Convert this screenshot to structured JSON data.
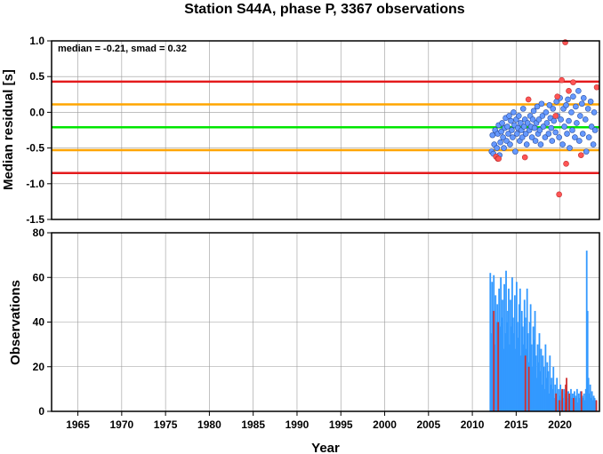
{
  "title": "Station S44A, phase P, 3367 observations",
  "colors": {
    "grid": "#9a9a9a",
    "outer": "#e41a1c",
    "inner": "#ffa500",
    "median": "#00e600",
    "point_in": "#6699ff",
    "point_out": "#ff5555",
    "bar": "#3399ff",
    "bar_outlier": "#d03030"
  },
  "chart_data": [
    {
      "type": "scatter",
      "ylabel": "Median residual [s]",
      "xlim": [
        1962,
        2024.5
      ],
      "ylim": [
        -1.5,
        1.0
      ],
      "yticks": [
        1.0,
        0.5,
        0.0,
        -0.5,
        -1.0,
        -1.5
      ],
      "grid": true,
      "annotation": "median = -0.21, smad = 0.32",
      "hlines": [
        {
          "y": 0.43,
          "role": "outer"
        },
        {
          "y": 0.11,
          "role": "inner"
        },
        {
          "y": -0.21,
          "role": "median"
        },
        {
          "y": -0.53,
          "role": "inner"
        },
        {
          "y": -0.85,
          "role": "outer"
        }
      ],
      "points_inlier": [
        [
          2012.2,
          -0.55
        ],
        [
          2012.3,
          -0.32
        ],
        [
          2012.4,
          -0.58
        ],
        [
          2012.5,
          -0.45
        ],
        [
          2012.6,
          -0.25
        ],
        [
          2012.8,
          -0.5
        ],
        [
          2012.9,
          -0.3
        ],
        [
          2013.0,
          -0.18
        ],
        [
          2013.1,
          -0.6
        ],
        [
          2013.2,
          -0.42
        ],
        [
          2013.3,
          -0.27
        ],
        [
          2013.4,
          -0.15
        ],
        [
          2013.5,
          -0.35
        ],
        [
          2013.6,
          -0.5
        ],
        [
          2013.7,
          -0.22
        ],
        [
          2013.8,
          -0.08
        ],
        [
          2013.9,
          -0.4
        ],
        [
          2014.0,
          -0.2
        ],
        [
          2014.1,
          -0.3
        ],
        [
          2014.2,
          -0.05
        ],
        [
          2014.3,
          -0.45
        ],
        [
          2014.4,
          -0.12
        ],
        [
          2014.5,
          -0.25
        ],
        [
          2014.6,
          -0.35
        ],
        [
          2014.7,
          0.0
        ],
        [
          2014.8,
          -0.18
        ],
        [
          2014.9,
          -0.55
        ],
        [
          2015.0,
          -0.1
        ],
        [
          2015.1,
          -0.3
        ],
        [
          2015.2,
          -0.22
        ],
        [
          2015.3,
          -0.05
        ],
        [
          2015.4,
          -0.4
        ],
        [
          2015.5,
          -0.15
        ],
        [
          2015.6,
          -0.25
        ],
        [
          2015.7,
          -0.35
        ],
        [
          2015.8,
          0.05
        ],
        [
          2015.9,
          -0.2
        ],
        [
          2016.0,
          -0.1
        ],
        [
          2016.1,
          -0.3
        ],
        [
          2016.2,
          -0.45
        ],
        [
          2016.3,
          -0.15
        ],
        [
          2016.5,
          -0.25
        ],
        [
          2016.6,
          -0.05
        ],
        [
          2016.7,
          -0.2
        ],
        [
          2016.8,
          -0.35
        ],
        [
          2016.9,
          -0.1
        ],
        [
          2017.0,
          0.02
        ],
        [
          2017.1,
          -0.22
        ],
        [
          2017.2,
          -0.4
        ],
        [
          2017.3,
          -0.15
        ],
        [
          2017.4,
          0.08
        ],
        [
          2017.5,
          -0.3
        ],
        [
          2017.6,
          -0.1
        ],
        [
          2017.7,
          -0.25
        ],
        [
          2017.8,
          -0.45
        ],
        [
          2017.9,
          0.12
        ],
        [
          2018.0,
          -0.05
        ],
        [
          2018.1,
          -0.2
        ],
        [
          2018.3,
          -0.35
        ],
        [
          2018.4,
          0.0
        ],
        [
          2018.5,
          -0.15
        ],
        [
          2018.7,
          -0.3
        ],
        [
          2018.8,
          0.1
        ],
        [
          2018.9,
          -0.08
        ],
        [
          2019.0,
          -0.22
        ],
        [
          2019.1,
          -0.4
        ],
        [
          2019.2,
          0.05
        ],
        [
          2019.3,
          -0.12
        ],
        [
          2019.5,
          -0.28
        ],
        [
          2019.6,
          0.15
        ],
        [
          2019.7,
          -0.05
        ],
        [
          2019.9,
          -0.35
        ],
        [
          2020.0,
          0.2
        ],
        [
          2020.1,
          -0.1
        ],
        [
          2020.3,
          -0.45
        ],
        [
          2020.4,
          0.05
        ],
        [
          2020.5,
          -0.2
        ],
        [
          2020.7,
          0.1
        ],
        [
          2020.8,
          -0.3
        ],
        [
          2020.9,
          0.18
        ],
        [
          2021.0,
          -0.12
        ],
        [
          2021.1,
          -0.5
        ],
        [
          2021.3,
          0.0
        ],
        [
          2021.4,
          -0.25
        ],
        [
          2021.5,
          0.22
        ],
        [
          2021.7,
          -0.35
        ],
        [
          2021.8,
          0.08
        ],
        [
          2021.9,
          -0.15
        ],
        [
          2022.1,
          0.3
        ],
        [
          2022.2,
          -0.4
        ],
        [
          2022.3,
          -0.05
        ],
        [
          2022.5,
          0.12
        ],
        [
          2022.6,
          -0.3
        ],
        [
          2022.7,
          0.2
        ],
        [
          2022.9,
          -0.1
        ],
        [
          2023.0,
          -0.55
        ],
        [
          2023.2,
          0.05
        ],
        [
          2023.3,
          -0.35
        ],
        [
          2023.5,
          0.15
        ],
        [
          2023.6,
          -0.2
        ],
        [
          2023.8,
          -0.45
        ],
        [
          2023.9,
          0.0
        ],
        [
          2024.0,
          -0.25
        ]
      ],
      "points_outlier": [
        [
          2012.7,
          -0.62
        ],
        [
          2012.9,
          -0.65
        ],
        [
          2013.0,
          -0.65
        ],
        [
          2016.0,
          -0.63
        ],
        [
          2016.4,
          0.18
        ],
        [
          2019.5,
          -0.05
        ],
        [
          2019.7,
          0.22
        ],
        [
          2019.9,
          -1.15
        ],
        [
          2020.2,
          0.45
        ],
        [
          2020.6,
          0.98
        ],
        [
          2020.7,
          -0.72
        ],
        [
          2021.0,
          0.3
        ],
        [
          2021.5,
          0.42
        ],
        [
          2022.4,
          -0.6
        ],
        [
          2024.2,
          0.35
        ]
      ]
    },
    {
      "type": "bar",
      "ylabel": "Observations",
      "xlabel": "Year",
      "xlim": [
        1962,
        2024.5
      ],
      "ylim": [
        0,
        80
      ],
      "xticks": [
        1965,
        1970,
        1975,
        1980,
        1985,
        1990,
        1995,
        2000,
        2005,
        2010,
        2015,
        2020
      ],
      "yticks": [
        80,
        60,
        40,
        20,
        0
      ],
      "grid": true,
      "series": [
        {
          "role": "bar",
          "x": [
            2012.05,
            2012.15,
            2012.25,
            2012.35,
            2012.45,
            2012.55,
            2012.65,
            2012.75,
            2012.85,
            2012.95,
            2013.05,
            2013.15,
            2013.25,
            2013.35,
            2013.45,
            2013.55,
            2013.65,
            2013.75,
            2013.85,
            2013.95,
            2014.05,
            2014.15,
            2014.25,
            2014.35,
            2014.45,
            2014.55,
            2014.65,
            2014.75,
            2014.85,
            2014.95,
            2015.05,
            2015.15,
            2015.25,
            2015.35,
            2015.45,
            2015.55,
            2015.65,
            2015.75,
            2015.85,
            2015.95,
            2016.05,
            2016.15,
            2016.25,
            2016.35,
            2016.45,
            2016.55,
            2016.65,
            2016.75,
            2016.85,
            2016.95,
            2017.05,
            2017.15,
            2017.25,
            2017.35,
            2017.45,
            2017.55,
            2017.65,
            2017.75,
            2017.85,
            2017.95,
            2018.05,
            2018.15,
            2018.25,
            2018.35,
            2018.45,
            2018.55,
            2018.65,
            2018.75,
            2018.85,
            2018.95,
            2019.05,
            2019.15,
            2019.25,
            2019.35,
            2019.45,
            2019.55,
            2019.65,
            2019.75,
            2019.85,
            2019.95,
            2020.05,
            2020.15,
            2020.25,
            2020.35,
            2020.45,
            2020.55,
            2020.65,
            2020.75,
            2020.85,
            2020.95,
            2021.05,
            2021.15,
            2021.25,
            2021.35,
            2021.45,
            2021.55,
            2021.65,
            2021.75,
            2021.85,
            2021.95,
            2022.05,
            2022.15,
            2022.25,
            2022.35,
            2022.45,
            2022.55,
            2022.65,
            2022.75,
            2022.85,
            2022.95,
            2023.05,
            2023.15,
            2023.25,
            2023.35,
            2023.45,
            2023.55,
            2023.65,
            2023.75,
            2023.85,
            2023.95,
            2024.05,
            2024.15
          ],
          "values": [
            62,
            35,
            58,
            45,
            61,
            30,
            52,
            40,
            48,
            25,
            55,
            38,
            60,
            42,
            50,
            28,
            57,
            35,
            63,
            40,
            45,
            55,
            30,
            50,
            38,
            60,
            42,
            35,
            52,
            28,
            58,
            40,
            33,
            48,
            55,
            25,
            45,
            38,
            30,
            50,
            42,
            28,
            55,
            35,
            22,
            40,
            48,
            30,
            20,
            38,
            32,
            45,
            25,
            15,
            30,
            22,
            35,
            18,
            28,
            12,
            25,
            20,
            10,
            30,
            15,
            22,
            18,
            8,
            25,
            12,
            15,
            10,
            20,
            6,
            12,
            8,
            15,
            5,
            10,
            7,
            12,
            5,
            9,
            6,
            10,
            4,
            8,
            12,
            6,
            9,
            5,
            7,
            10,
            6,
            8,
            5,
            9,
            7,
            6,
            10,
            4,
            8,
            6,
            9,
            5,
            7,
            6,
            8,
            5,
            10,
            72,
            45,
            15,
            8,
            12,
            6,
            9,
            5,
            7,
            6,
            5,
            4
          ]
        },
        {
          "role": "bar_outlier",
          "x": [
            2012.45,
            2012.95,
            2016.05,
            2016.45,
            2019.55,
            2019.95,
            2020.25,
            2020.65,
            2020.75,
            2021.05,
            2021.55,
            2022.45,
            2024.15
          ],
          "values": [
            45,
            40,
            25,
            20,
            8,
            5,
            10,
            12,
            15,
            8,
            6,
            9,
            5
          ]
        }
      ]
    }
  ]
}
